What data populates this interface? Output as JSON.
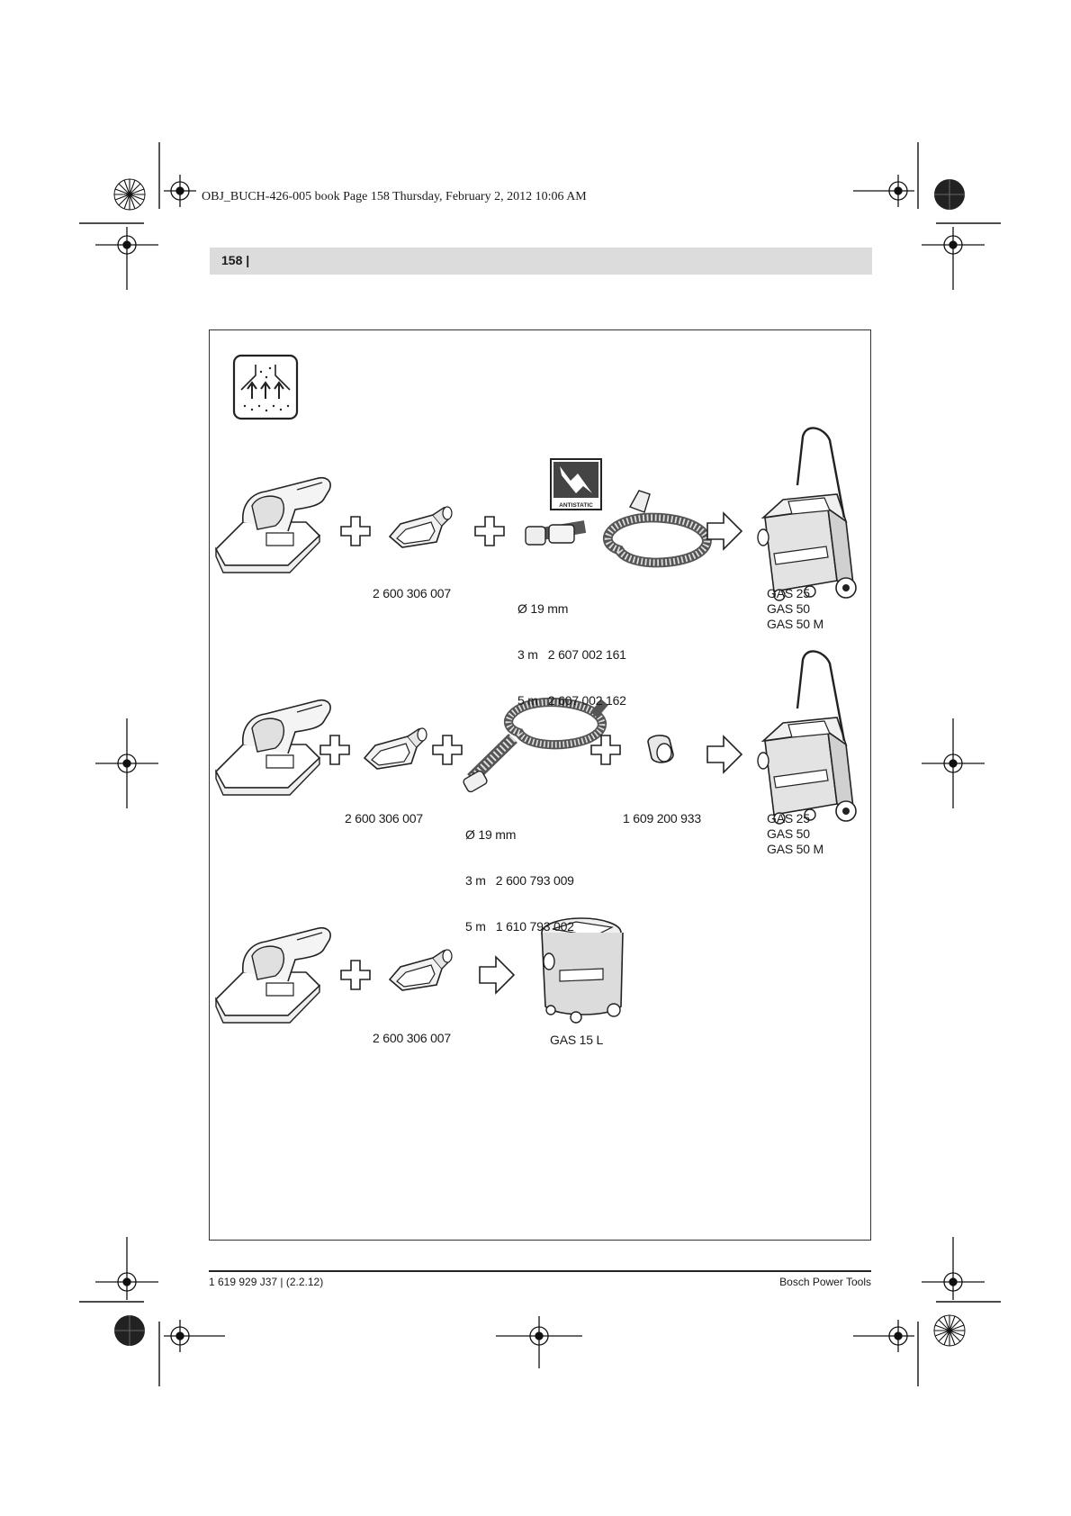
{
  "slug_line": "OBJ_BUCH-426-005 book  Page 158  Thursday, February 2, 2012  10:06 AM",
  "page_number": "158 |",
  "antistatic_label": "ANTISTATIC",
  "rows": [
    {
      "adapter_part": "2 600 306 007",
      "hose_lines": [
        "Ø 19 mm",
        "3 m   2 607 002 161",
        "5 m   2 607 002 162"
      ],
      "extractors": [
        "GAS 25",
        "GAS 50",
        "GAS 50 M"
      ]
    },
    {
      "adapter_part": "2 600 306 007",
      "hose_lines": [
        "Ø 19 mm",
        "3 m   2 600 793 009",
        "5 m   1 610 793 002"
      ],
      "sleeve_part": "1 609 200 933",
      "extractors": [
        "GAS 25",
        "GAS 50",
        "GAS 50 M"
      ]
    },
    {
      "adapter_part": "2 600 306 007",
      "extractors": [
        "GAS 15 L"
      ]
    }
  ],
  "footer": {
    "left": "1 619 929 J37 | (2.2.12)",
    "right": "Bosch Power Tools"
  }
}
